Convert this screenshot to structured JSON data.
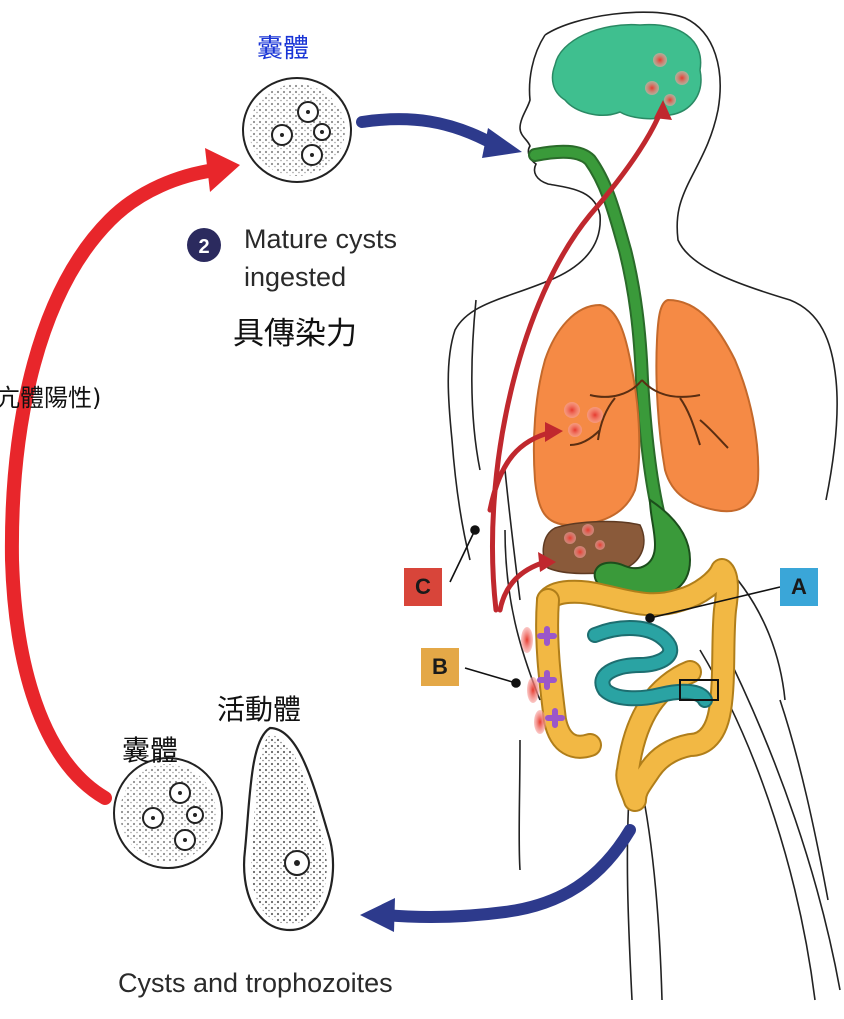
{
  "labels": {
    "cyst_top": "囊體",
    "step_number": "2",
    "mature_cysts_line1": "Mature cysts",
    "mature_cysts_line2": "ingested",
    "infectious": "具傳染力",
    "antibody_partial": "亢體陽性)",
    "trophozoite_zh": "活動體",
    "cyst_bottom": "囊體",
    "cysts_and_trophozoites": "Cysts and trophozoites"
  },
  "markers": {
    "a": "A",
    "b": "B",
    "c": "C"
  },
  "colors": {
    "cyst_label_blue": "#1a35d6",
    "arrow_navy": "#2d3a8c",
    "arrow_red": "#e8262b",
    "dark_red": "#c0282e",
    "brain": "#3fbf8f",
    "lung": "#f58a45",
    "liver": "#8a5a3a",
    "digestive": "#3a9a3a",
    "intestine": "#f2b844",
    "small_intestine": "#2aa3a3",
    "marker_a": "#3aa6d8",
    "marker_b": "#e4a847",
    "marker_c": "#d8453a",
    "step_circle": "#2b2a5e",
    "ulcer_purple": "#9b57c9"
  },
  "icons": {
    "cyst": "cyst-icon",
    "trophozoite": "trophozoite-icon",
    "human": "human-silhouette"
  }
}
